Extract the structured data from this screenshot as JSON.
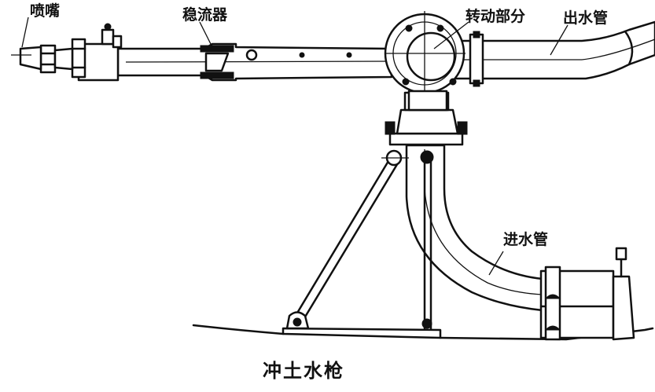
{
  "labels": {
    "nozzle": "喷嘴",
    "stabilizer": "稳流器",
    "rotating_part": "转动部分",
    "outlet_pipe": "出水管",
    "inlet_pipe": "进水管"
  },
  "caption": "冲土水枪"
}
